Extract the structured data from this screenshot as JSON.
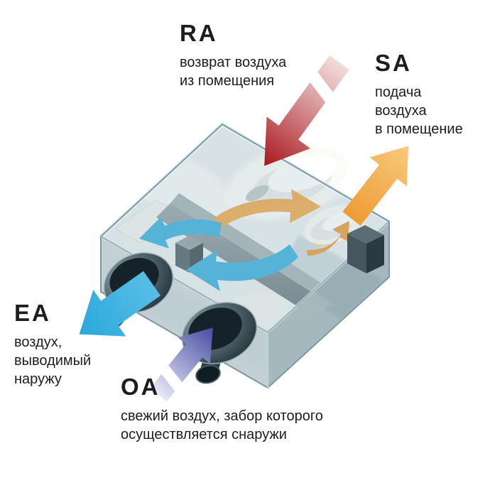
{
  "labels": {
    "ra": {
      "code": "RA",
      "line1": "возврат воздуха",
      "line2": "из помещения"
    },
    "sa": {
      "code": "SA",
      "line1": "подача",
      "line2": "воздуха",
      "line3": "в помещение"
    },
    "ea": {
      "code": "EA",
      "line1": "воздух,",
      "line2": "выводимый",
      "line3": "наружу"
    },
    "oa": {
      "code": "OA",
      "line1": "свежий воздух, забор которого",
      "line2": "осуществляется снаружи"
    }
  },
  "colors": {
    "text": "#1d1d1b",
    "ra_arrow_dark": "#a8171e",
    "ra_arrow_light": "#f2dcda",
    "sa_arrow": "#ee9c33",
    "sa_arrow_light": "#f8c97e",
    "ea_arrow": "#29a8dc",
    "oa_arrow_dark": "#474ca3",
    "oa_arrow_light": "#e9e9f6",
    "casing_glass": "#a7c0c7",
    "casing_edge": "#7e98a1",
    "heat_exchanger": "#6b7b82",
    "duct_cone_dark": "#1b2930"
  },
  "icons": {
    "ra_arrow": "thick-arrow-down-left-into-unit-top",
    "sa_arrow": "thick-arrow-up-right-out-of-unit",
    "ea_arrow": "thick-arrow-down-left-out-of-duct",
    "oa_arrow": "thick-arrow-up-right-into-duct",
    "internal_supply_flow": "curved-orange-swoosh-right",
    "internal_exhaust_flow": "curved-blue-swoosh-left"
  }
}
